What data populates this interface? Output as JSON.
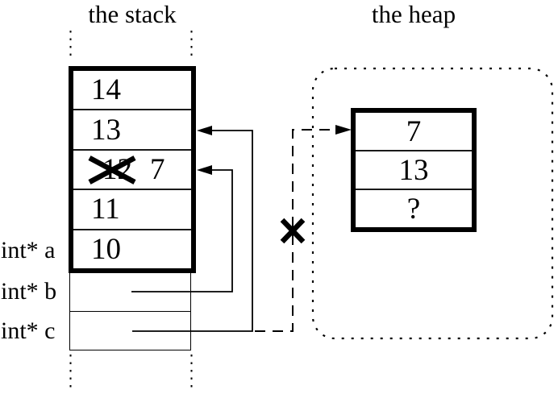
{
  "diagram": {
    "stack": {
      "title": "the stack",
      "cells": [
        {
          "value": "14"
        },
        {
          "value": "13"
        },
        {
          "value": "12",
          "crossed_out": true,
          "new_value": "7"
        },
        {
          "value": "11"
        },
        {
          "value": "10"
        }
      ],
      "pointer_labels": [
        {
          "name": "int* a"
        },
        {
          "name": "int* b"
        },
        {
          "name": "int* c"
        }
      ]
    },
    "heap": {
      "title": "the heap",
      "cells": [
        {
          "value": "7"
        },
        {
          "value": "13"
        },
        {
          "value": "?"
        }
      ]
    },
    "colors": {
      "line": "#000000",
      "background": "#ffffff"
    }
  }
}
